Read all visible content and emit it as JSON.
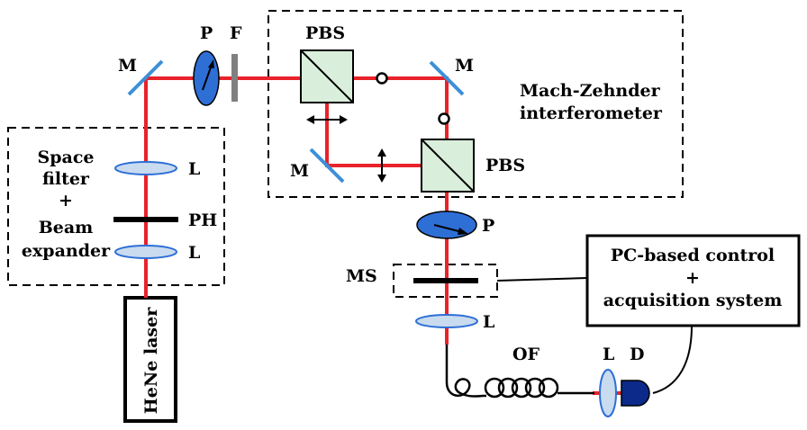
{
  "labels": {
    "mirror_left": "M",
    "polarizer_top": "P",
    "filter": "F",
    "pbs_top": "PBS",
    "mirror_top_right": "M",
    "mirror_lower_left": "M",
    "pbs_bottom": "PBS",
    "mz_line1": "Mach-Zehnder",
    "mz_line2": "interferometer",
    "space_filter_line1": "Space",
    "space_filter_line2": "filter",
    "plus": "+",
    "beam_line1": "Beam",
    "beam_line2": "expander",
    "lens_upper": "L",
    "pinhole": "PH",
    "lens_lower": "L",
    "laser": "HeNe laser",
    "polarizer_bottom": "P",
    "ms": "MS",
    "lens_right": "L",
    "optical_fiber": "OF",
    "lens_detector": "L",
    "detector": "D",
    "control_line1": "PC-based control",
    "control_plus": "+",
    "control_line2": "acquisition system"
  },
  "colors": {
    "beam": "#e8232a",
    "mirror": "#3d8fd8",
    "polarizer": "#2e6fd6",
    "lens": "#c9dbef",
    "filter": "#808080",
    "pbs": "#d9eedb",
    "detector": "#0b2a8a",
    "line": "#000000"
  }
}
